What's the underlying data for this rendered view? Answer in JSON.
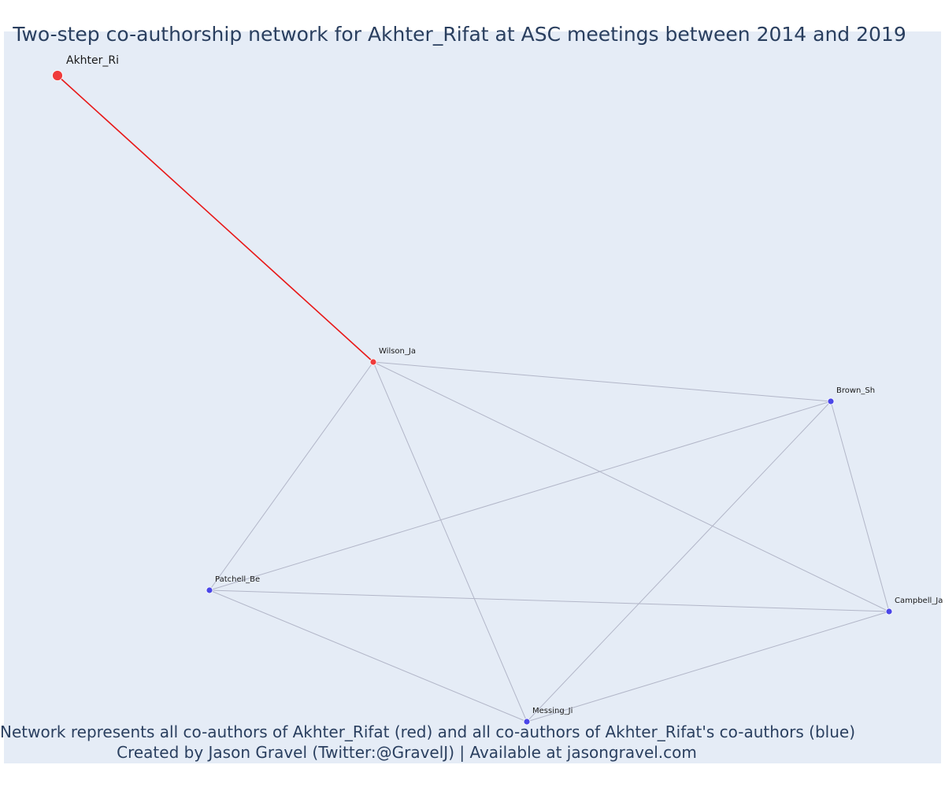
{
  "title": "Two-step co-authorship network for Akhter_Rifat at ASC meetings between 2014 and 2019",
  "caption": {
    "line1": "Network represents all co-authors of Akhter_Rifat (red) and all co-authors of Akhter_Rifat's co-authors (blue)",
    "line2": "Created by Jason Gravel (Twitter:@GravelJ) | Available at jasongravel.com"
  },
  "colors": {
    "focal": "#ef3b3b",
    "coauthor": "#ef3b3b",
    "second_step": "#4a46e8",
    "focal_edge": "#e81818",
    "edge": "#b2b6c8",
    "background": "#e5ecf6",
    "text": "#2a3f5f"
  },
  "nodes": [
    {
      "id": "Akhter_Ri",
      "group": "focal"
    },
    {
      "id": "Wilson_Ja",
      "group": "coauthor"
    },
    {
      "id": "Brown_Sh",
      "group": "second_step"
    },
    {
      "id": "Patchell_Be",
      "group": "second_step"
    },
    {
      "id": "Campbell_Ja",
      "group": "second_step"
    },
    {
      "id": "Messing_Ji",
      "group": "second_step"
    }
  ],
  "edges": [
    {
      "source": "Akhter_Ri",
      "target": "Wilson_Ja",
      "focal": true
    },
    {
      "source": "Wilson_Ja",
      "target": "Brown_Sh"
    },
    {
      "source": "Wilson_Ja",
      "target": "Patchell_Be"
    },
    {
      "source": "Wilson_Ja",
      "target": "Messing_Ji"
    },
    {
      "source": "Wilson_Ja",
      "target": "Campbell_Ja"
    },
    {
      "source": "Brown_Sh",
      "target": "Patchell_Be"
    },
    {
      "source": "Brown_Sh",
      "target": "Messing_Ji"
    },
    {
      "source": "Brown_Sh",
      "target": "Campbell_Ja"
    },
    {
      "source": "Patchell_Be",
      "target": "Campbell_Ja"
    },
    {
      "source": "Patchell_Be",
      "target": "Messing_Ji"
    },
    {
      "source": "Messing_Ji",
      "target": "Campbell_Ja"
    }
  ]
}
